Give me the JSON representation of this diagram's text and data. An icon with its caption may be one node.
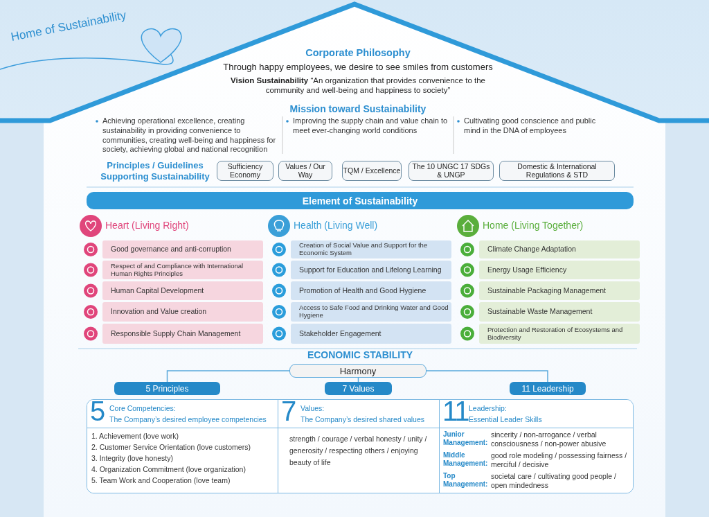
{
  "diagram": {
    "nodes": [
      {
        "text": [
          "Sufficiency Economy"
        ]
      },
      {
        "text": [
          "Values / Our Way"
        ]
      },
      {
        "text": [
          "TQM / Excellence"
        ]
      },
      {
        "text": [
          "The 10 UNGC 17 SDGs & UNGP"
        ]
      },
      {
        "text": [
          "Domestic & International Regulations & STD"
        ]
      },
      {
        "text": [
          "Element of Sustainability"
        ]
      },
      {
        "text": [
          "Good governance and anti-corruption"
        ]
      },
      {
        "text": [
          "Respect of and Compliance with International Human Rights Principles"
        ]
      },
      {
        "text": [
          "Human Capital Development"
        ]
      },
      {
        "text": [
          "Innovation and Value creation"
        ]
      },
      {
        "text": [
          "Responsible Supply Chain Management"
        ]
      },
      {
        "text": [
          "Creation of Social Value and Support for the Economic System"
        ]
      },
      {
        "text": [
          "Support for Education and Lifelong Learning"
        ]
      },
      {
        "text": [
          "Promotion of Health and Good Hygiene"
        ]
      },
      {
        "text": [
          "Access to Safe Food and Drinking Water and Good Hygiene"
        ]
      },
      {
        "text": [
          "Stakeholder Engagement"
        ]
      },
      {
        "text": [
          "Climate Change Adaptation"
        ]
      },
      {
        "text": [
          "Energy Usage Efficiency"
        ]
      },
      {
        "text": [
          "Sustainable Packaging Management"
        ]
      },
      {
        "text": [
          "Sustainable Waste Management"
        ]
      },
      {
        "text": [
          "Protection and Restoration of Ecosystems and Biodiversity"
        ]
      },
      {
        "text": [
          "Harmony"
        ]
      },
      {
        "text": [
          "5 Principles"
        ]
      },
      {
        "text": [
          "7 Values"
        ]
      },
      {
        "text": [
          "11 Leadership"
        ]
      },
      {
        "text": [],
        "shape": "box"
      },
      {
        "text": [
          "5",
          "Core Competencies:",
          "The Company’s desired employee competencies",
          "1. Achievement (love work)",
          "2. Customer Service Orientation (love customers)",
          "3. Integrity (love honesty)",
          "4. Organization Commitment (love organization)",
          "5. Team Work and Cooperation (love team)"
        ],
        "in": 25
      },
      {
        "text": [
          "7",
          "Values:",
          "The Company’s desired shared values",
          "strength / courage / verbal honesty / unity / generosity / respecting others / enjoying beauty of life"
        ],
        "in": 25
      },
      {
        "text": [
          "11",
          "Leadership:",
          "Essential Leader Skills",
          "Junior Management:",
          "sincerity / non-arrogance / verbal consciousness / non-power abusive",
          "Middle Management:",
          "good role modeling / possessing fairness / merciful / decisive",
          "Top Management:",
          "societal care / cultivating good people / open mindedness"
        ],
        "in": 25
      }
    ],
    "edges": [
      {
        "from": 21,
        "to": 22,
        "arrow": "none"
      },
      {
        "from": 21,
        "to": 23,
        "arrow": "none"
      },
      {
        "from": 21,
        "to": 24,
        "arrow": "none"
      }
    ],
    "labels": [
      "Home of Sustainability",
      "Corporate Philosophy",
      "Through happy employees, we desire to see smiles from customers",
      "**Vision Sustainability** “An organization that provides convenience to the community and well-being and happiness to society”",
      "Mission toward Sustainability",
      "Achieving operational excellence, creating sustainability in providing convenience to communities, creating well-being and happiness for society, achieving global and national recognition",
      "Improving the supply chain and value chain to meet ever-changing world conditions",
      "Cultivating good conscience and public mind in the DNA of employees",
      "Principles / Guidelines Supporting Sustainability",
      "Heart (Living Right)",
      "Health (Living Well)",
      "Home (Living Together)",
      "ECONOMIC STABILITY"
    ]
  }
}
